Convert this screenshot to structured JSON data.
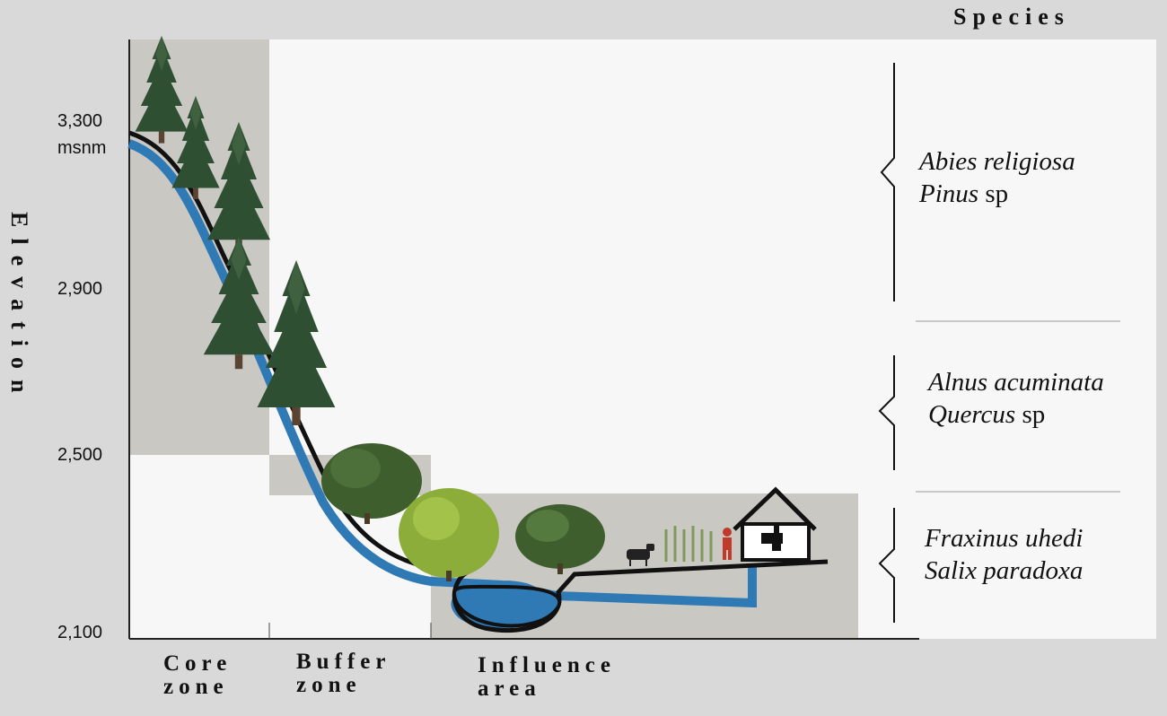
{
  "header": {
    "species_title": "Species"
  },
  "axis": {
    "title": "Elevation",
    "ticks": [
      {
        "label": "3,300",
        "unit": "msnm"
      },
      {
        "label": "2,900"
      },
      {
        "label": "2,500"
      },
      {
        "label": "2,100"
      }
    ]
  },
  "zones": [
    {
      "line1": "Core",
      "line2": "zone"
    },
    {
      "line1": "Buffer",
      "line2": "zone"
    },
    {
      "line1": "Influence",
      "line2": "area"
    }
  ],
  "species_groups": [
    {
      "genus1": "Abies religiosa",
      "genus2": "Pinus",
      "suffix2": "sp"
    },
    {
      "genus1": "Alnus acuminata",
      "genus2": "Quercus",
      "suffix2": "sp"
    },
    {
      "genus1": "Fraxinus uhedi",
      "genus2": "Salix paradoxa",
      "suffix2": ""
    }
  ],
  "colors": {
    "background": "#d9d9d9",
    "panel": "#f7f7f7",
    "zone_shading": "#c9c8c3",
    "water": "#2f79b5",
    "conifer": "#2f4f33",
    "broadleaf": "#3f5e2e",
    "willow": "#8cad3a",
    "person": "#c0392b"
  },
  "icons": [
    "conifer-tree-icon",
    "broadleaf-tree-icon",
    "willow-tree-icon",
    "cow-icon",
    "maize-icon",
    "farmer-icon",
    "house-with-tap-icon"
  ]
}
